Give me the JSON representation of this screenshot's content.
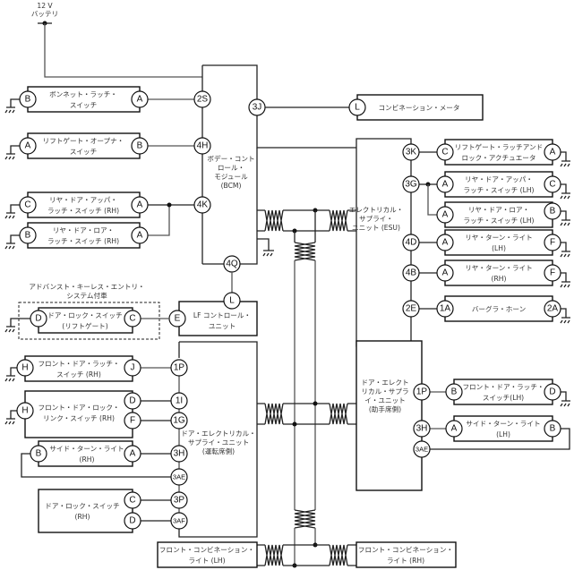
{
  "battery": {
    "line1": "12 V",
    "line2": "バッテリ"
  },
  "bcm": {
    "lines": [
      "ボデー・コント",
      "ロール・",
      "モジュール",
      "(BCM)"
    ],
    "pins": [
      "2S",
      "4H",
      "4K",
      "4Q",
      "3J"
    ]
  },
  "components": {
    "bonnet": {
      "lines": [
        "ボンネット・ラッチ・",
        "スイッチ"
      ],
      "left_pin": "B",
      "right_pin": "A"
    },
    "liftgate_opener": {
      "lines": [
        "リフトゲート・オープナ・",
        "スイッチ"
      ],
      "left_pin": "A",
      "right_pin": "B"
    },
    "rear_upper_rh": {
      "lines": [
        "リヤ・ドア・アッパ・",
        "ラッチ・スイッチ (RH)"
      ],
      "left_pin": "C",
      "right_pin": "A"
    },
    "rear_lower_rh": {
      "lines": [
        "リヤ・ドア・ロア・",
        "ラッチ・スイッチ (RH)"
      ],
      "left_pin": "B",
      "right_pin": "A"
    },
    "keyless_group": {
      "lines": [
        "アドバンスト・キーレス・エントリ・",
        "システム付車"
      ]
    },
    "door_lock_liftgate": {
      "lines": [
        "ドア・ロック・スイッチ",
        "(リフトゲート)"
      ],
      "left_pin": "D",
      "right_pin": "C"
    },
    "lf_control": {
      "lines": [
        "LF コントロール・",
        "ユニット"
      ],
      "pin_e": "E",
      "pin_l": "L"
    },
    "combination_meter": {
      "lines": [
        "コンビネーション・メータ"
      ],
      "pin": "L"
    },
    "esu": {
      "lines": [
        "エレクトリカル・",
        "サプライ・",
        "ユニット (ESU)"
      ],
      "pins": [
        "3K",
        "3G",
        "4D",
        "4B",
        "2E"
      ]
    },
    "liftgate_actuator": {
      "lines": [
        "リフトゲート・ラッチアンド",
        "ロック・アクチュエータ"
      ],
      "left_pin": "C",
      "right_pin": "A"
    },
    "rear_upper_lh": {
      "lines": [
        "リヤ・ドア・アッパ・",
        "ラッチ・スイッチ (LH)"
      ],
      "left_pin": "A",
      "right_pin": "C"
    },
    "rear_lower_lh": {
      "lines": [
        "リヤ・ドア・ロア・",
        "ラッチ・スイッチ (LH)"
      ],
      "left_pin": "A",
      "right_pin": "B"
    },
    "rear_turn_lh": {
      "lines": [
        "リヤ・ターン・ライト",
        "(LH)"
      ],
      "left_pin": "A",
      "right_pin": "F"
    },
    "rear_turn_rh": {
      "lines": [
        "リヤ・ターン・ライト",
        "(RH)"
      ],
      "left_pin": "A",
      "right_pin": "F"
    },
    "burglar_horn": {
      "lines": [
        "バーグラ・ホーン"
      ],
      "left_pin": "1A",
      "right_pin": "2A"
    },
    "front_latch_rh": {
      "lines": [
        "フロント・ドア・ラッチ・",
        "スイッチ (RH)"
      ],
      "left_pin": "H",
      "right_pin": "J"
    },
    "front_lock_link_rh": {
      "lines": [
        "フロント・ドア・ロック・",
        "リンク・スイッチ (RH)"
      ],
      "left_pin": "H",
      "pin_d": "D",
      "pin_f": "F"
    },
    "side_turn_rh": {
      "lines": [
        "サイド・ターン・ライト",
        "(RH)"
      ],
      "left_pin": "B",
      "right_pin": "A"
    },
    "door_lock_rh": {
      "lines": [
        "ドア・ロック・スイッチ",
        "(RH)"
      ],
      "pin_c": "C",
      "pin_d": "D"
    },
    "dsu_driver": {
      "lines": [
        "ドア・エレクトリカル・",
        "サプライ・ユニット",
        "(運転席側)"
      ],
      "pins": [
        "1P",
        "1I",
        "1G",
        "3H",
        "3AE",
        "3P",
        "3AF"
      ]
    },
    "dsu_passenger": {
      "lines": [
        "ドア・エレクト",
        "リカル・サプラ",
        "イ・ユニット",
        "(助手席側)"
      ],
      "pins": [
        "1P",
        "3H",
        "3AE"
      ]
    },
    "front_latch_lh": {
      "lines": [
        "フロント・ドア・ラッチ・",
        "スイッチ(LH)"
      ],
      "left_pin": "B",
      "right_pin": "D"
    },
    "side_turn_lh": {
      "lines": [
        "サイド・ターン・ライト",
        "(LH)"
      ],
      "left_pin": "A",
      "right_pin": "B"
    },
    "front_combo_lh": {
      "lines": [
        "フロント・コンビネーション・",
        "ライト (LH)"
      ]
    },
    "front_combo_rh": {
      "lines": [
        "フロント・コンビネーション・",
        "ライト (RH)"
      ]
    }
  }
}
